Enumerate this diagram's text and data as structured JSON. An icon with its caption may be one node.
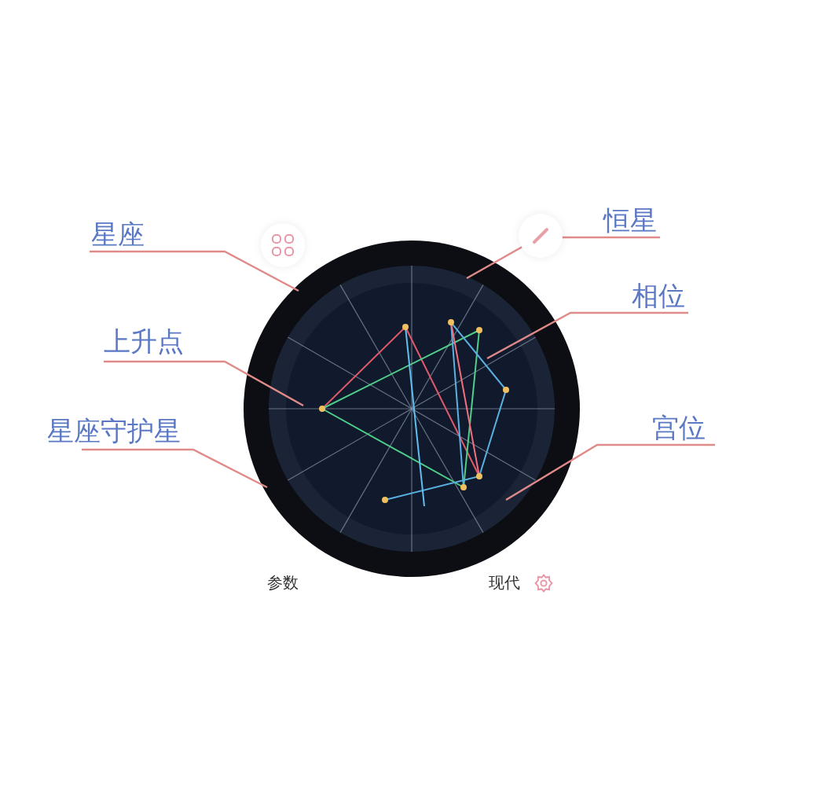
{
  "diagram": {
    "nodes": [
      {
        "text": [
          "星座"
        ]
      },
      {
        "text": [
          "上升点"
        ]
      },
      {
        "text": [
          "星座守护星"
        ]
      },
      {
        "text": [
          "恒星"
        ]
      },
      {
        "text": [
          "相位"
        ]
      },
      {
        "text": [
          "宫位"
        ]
      },
      {
        "text": [],
        "shape": "circle"
      }
    ],
    "edges": [
      {
        "from": 0,
        "to": 6,
        "arrow": "none"
      },
      {
        "from": 1,
        "to": 6,
        "arrow": "none"
      },
      {
        "from": 2,
        "to": 6,
        "arrow": "none"
      },
      {
        "from": 3,
        "to": 6,
        "arrow": "none"
      },
      {
        "from": 4,
        "to": 6,
        "arrow": "none"
      },
      {
        "from": 5,
        "to": 6,
        "arrow": "none"
      }
    ],
    "labels": [
      "参数",
      "现代"
    ]
  }
}
